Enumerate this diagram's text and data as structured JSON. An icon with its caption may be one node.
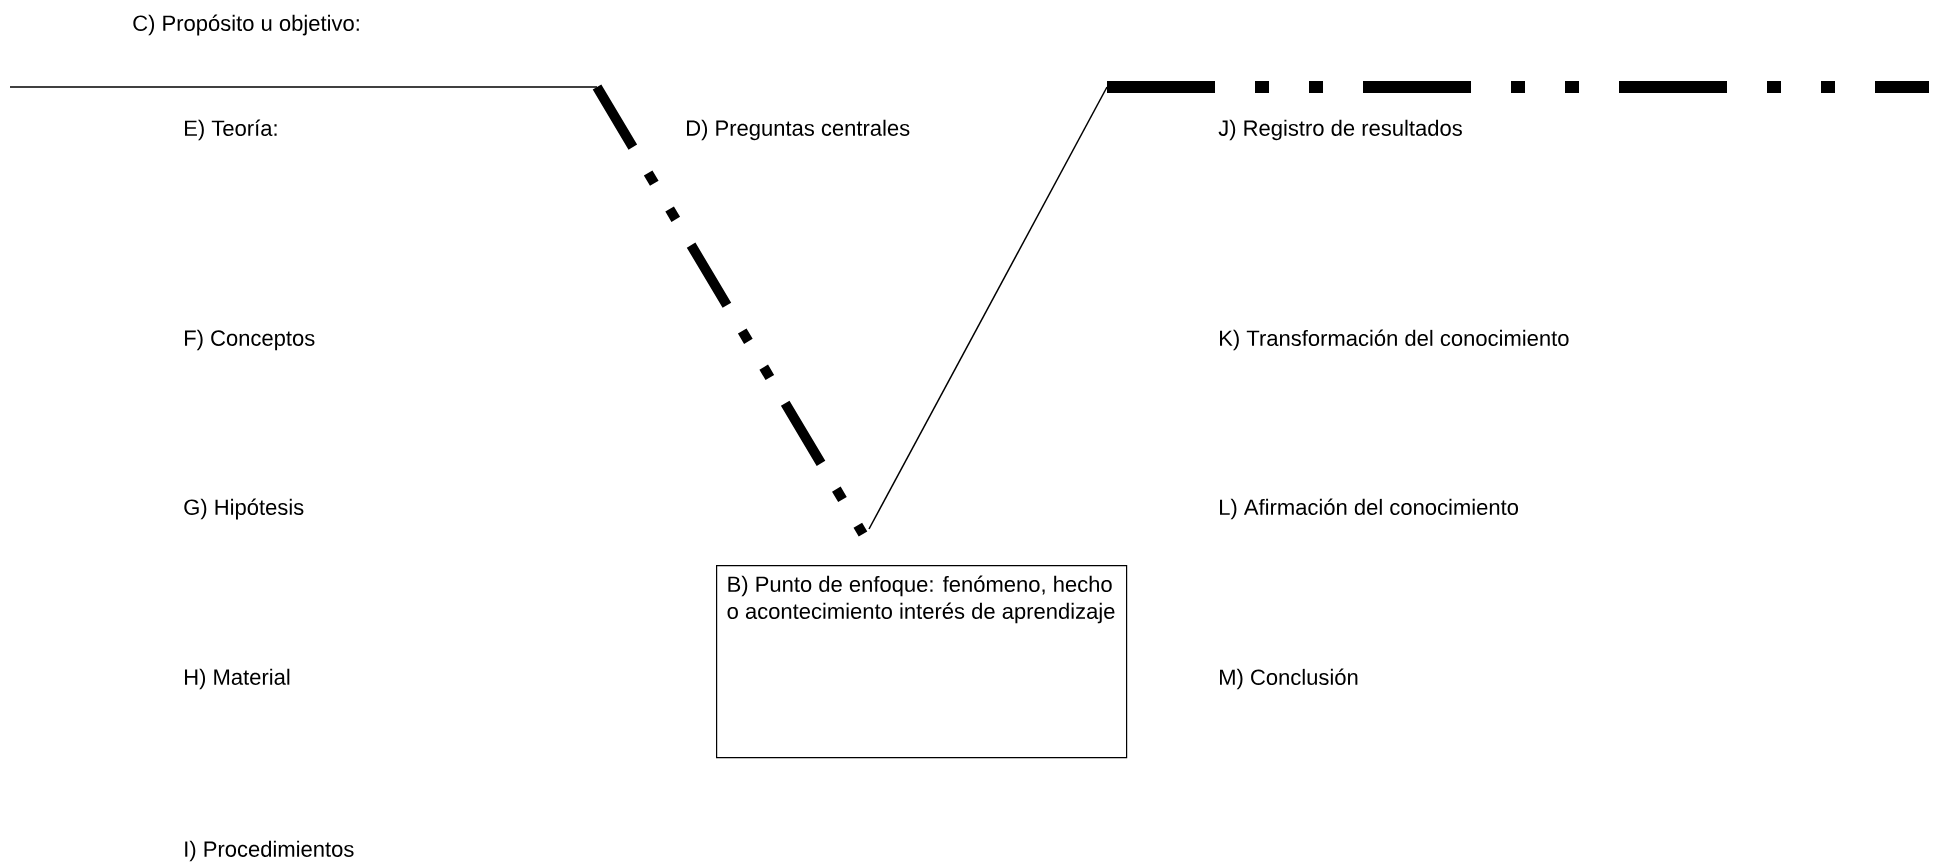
{
  "diagram": {
    "nodes": [
      {
        "text": [
          "B) Punto de enfoque: fenómeno, hecho o acontecimiento interés de aprendizaje"
        ]
      }
    ],
    "labels": [
      "C) Propósito u objetivo:",
      "E) Teoría:",
      "D) Preguntas centrales",
      "J) Registro de resultados",
      "F) Conceptos",
      "K) Transformación del conocimiento",
      "G) Hipótesis",
      "L) Afirmación del conocimiento",
      "H) Material",
      "M) Conclusión",
      "I) Procedimientos"
    ]
  }
}
